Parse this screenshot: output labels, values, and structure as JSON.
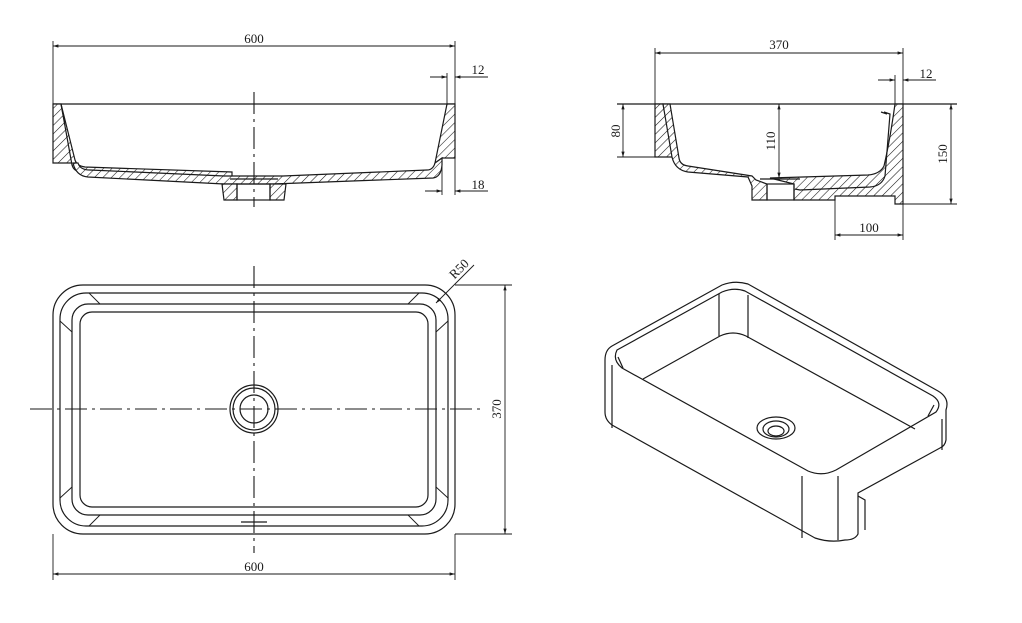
{
  "drawing": {
    "subject": "rectangular countertop wash basin",
    "views": {
      "front_section": {
        "dimensions": {
          "overall_width": "600",
          "rim_thickness": "12",
          "base_offset": "18"
        }
      },
      "side_section": {
        "dimensions": {
          "overall_depth": "370",
          "rim_thickness": "12",
          "front_height": "80",
          "bowl_depth": "110",
          "total_height": "150",
          "foot_width": "100"
        }
      },
      "top_view": {
        "dimensions": {
          "corner_radius": "R50",
          "depth": "370",
          "width": "600"
        }
      },
      "isometric_view": {}
    },
    "colors": {
      "line": "#1a1a1a",
      "background": "#ffffff"
    }
  }
}
